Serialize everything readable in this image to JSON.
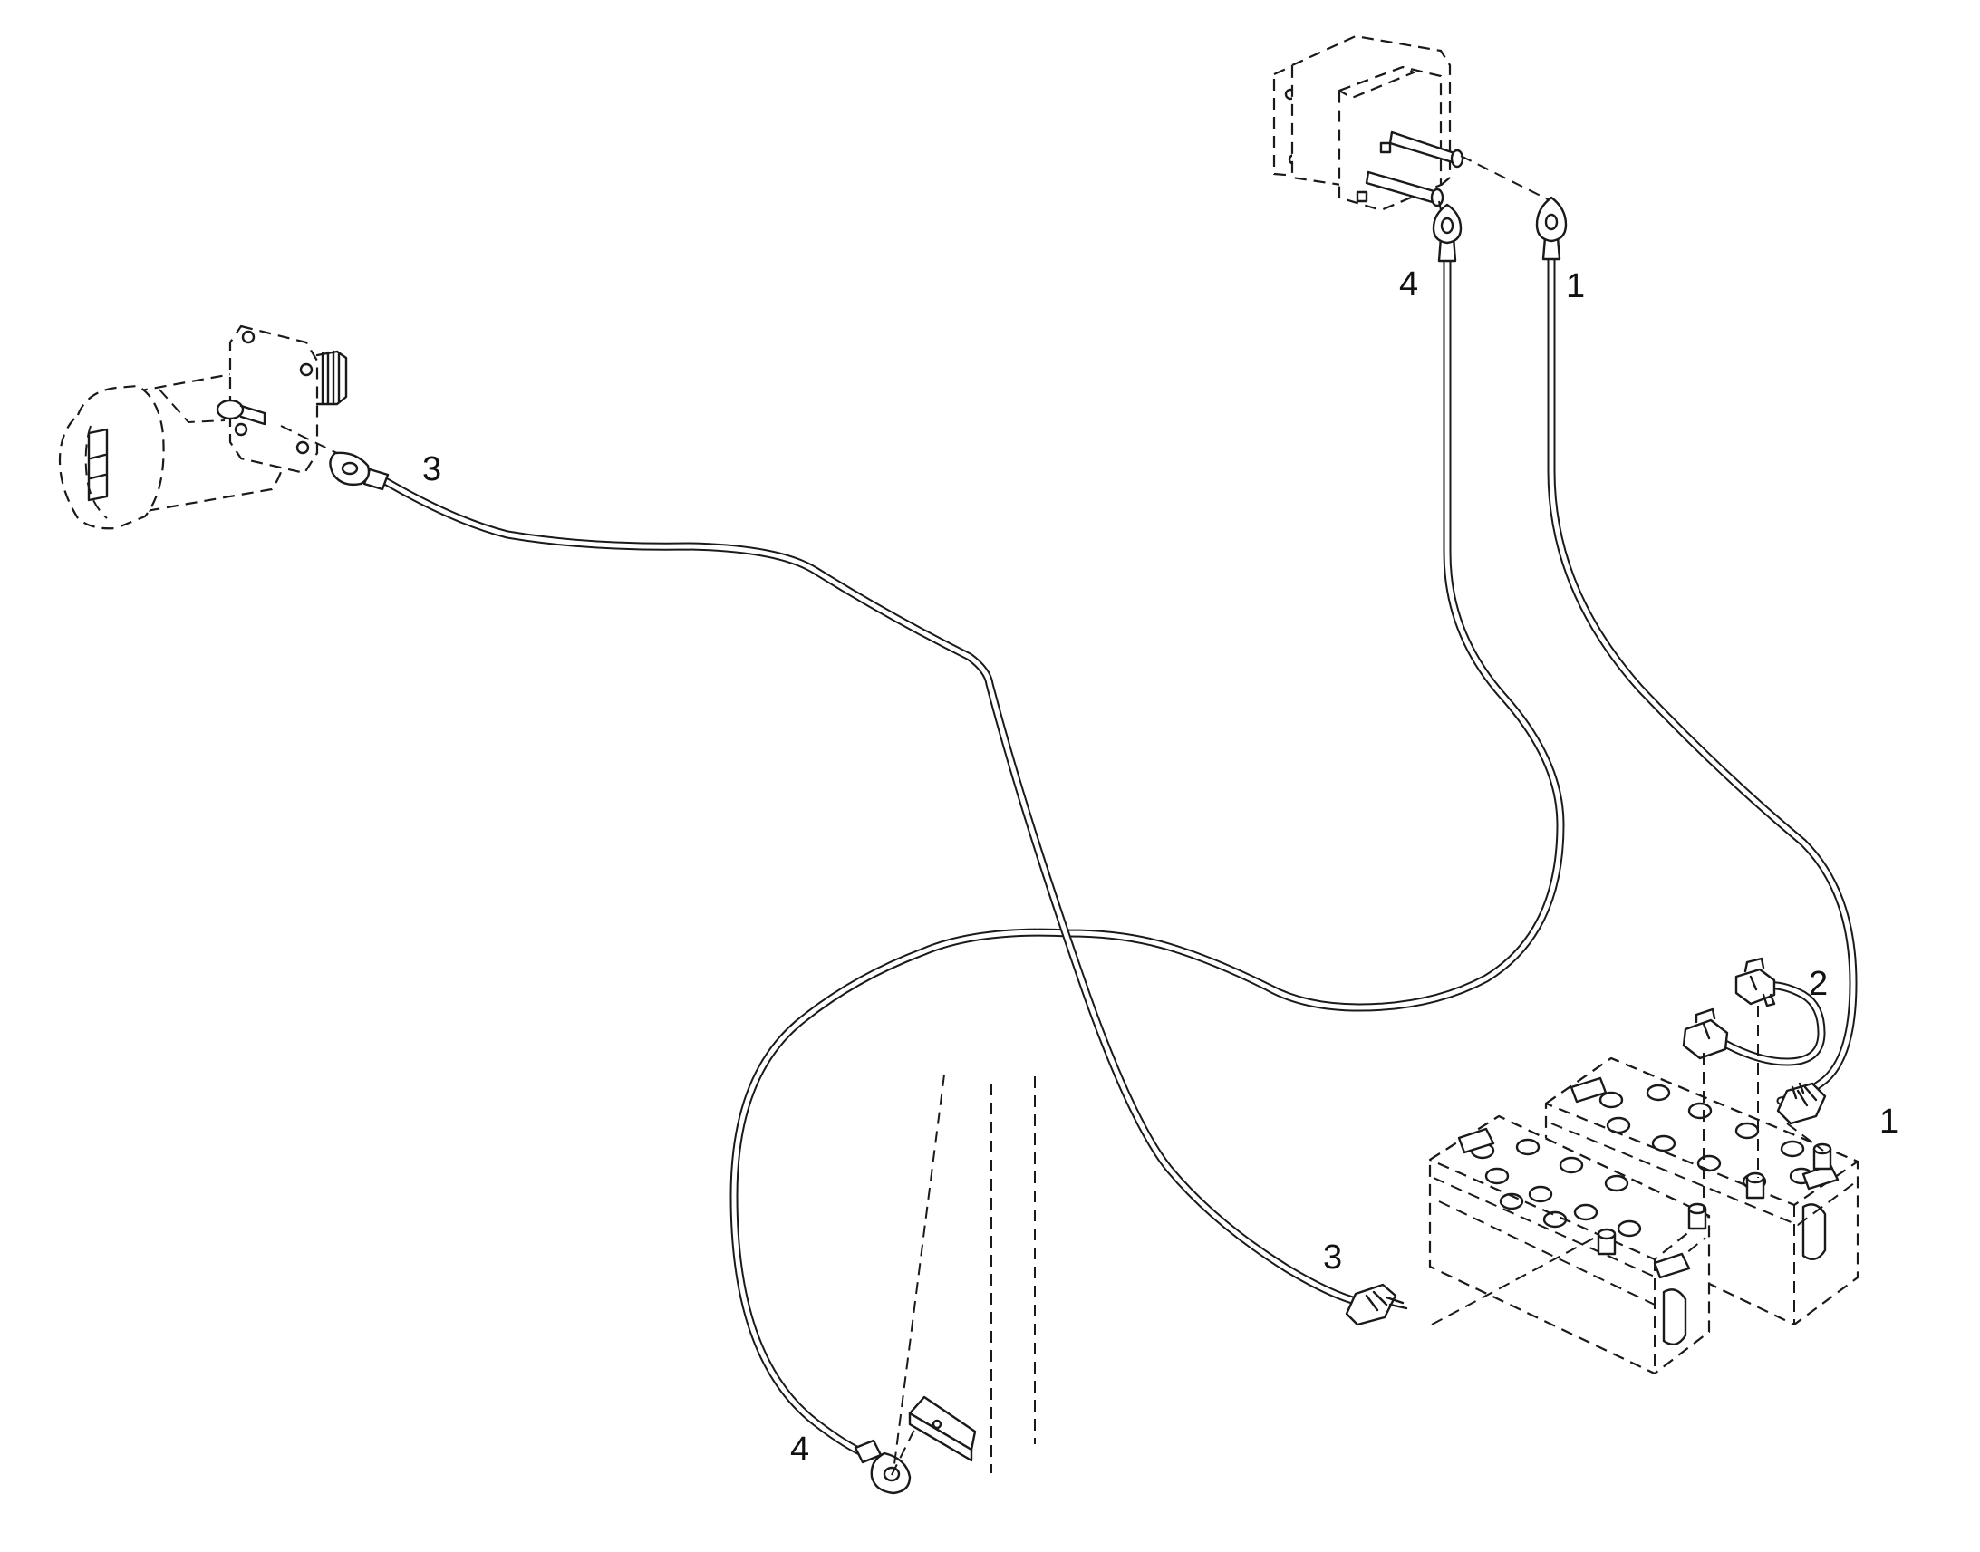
{
  "callouts": {
    "battery_cable_top": "1",
    "battery_cable_bottom": "1",
    "jumper": "2",
    "starter_cable_top": "3",
    "starter_cable_bottom": "3",
    "ground_cable_top": "4",
    "ground_cable_bottom": "4"
  },
  "colors": {
    "line": "#1a1a1a",
    "background": "#ffffff"
  },
  "icons": [
    "starter-motor-icon",
    "battery-master-switch-icon",
    "battery-pack-icon",
    "ground-plate-icon",
    "ring-terminal-icon",
    "battery-clamp-icon"
  ]
}
